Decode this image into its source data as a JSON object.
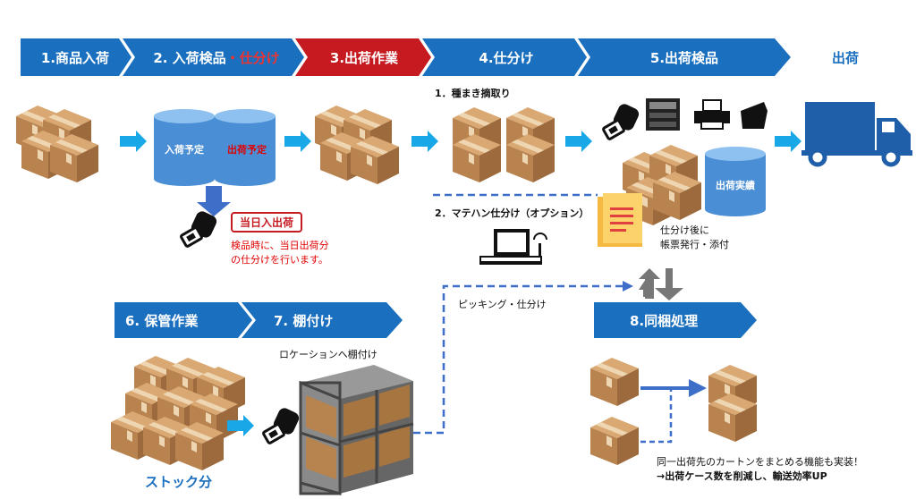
{
  "steps": [
    {
      "label": "1.商品入荷",
      "color": "#1a6fbf"
    },
    {
      "label": "2. 入荷検品",
      "label_red": "・仕分け",
      "color": "#1a6fbf"
    },
    {
      "label": "3.出荷作業",
      "color": "#c41a20"
    },
    {
      "label": "4.仕分け",
      "color": "#1a6fbf"
    },
    {
      "label": "5.出荷検品",
      "color": "#1a6fbf"
    },
    {
      "label": "出荷",
      "color": "#1a6fbf"
    }
  ],
  "db": {
    "arrival": "入荷予定",
    "shipping": "出荷予定",
    "shipped": "出荷実績"
  },
  "same_day": {
    "badge": "当日入出荷",
    "note_line1": "検品時に、当日出荷分",
    "note_line2": "の仕分けを行います。"
  },
  "sorting": {
    "method1": "1．種まき摘取り",
    "method2": "2．マテハン仕分け（オプション）",
    "picking": "ピッキング・仕分け"
  },
  "inspection": {
    "note_line1": "仕分け後に",
    "note_line2": "帳票発行・添付"
  },
  "storage": {
    "step6": "6.  保管作業",
    "step7": "7.  棚付け",
    "location": "ロケーションへ棚付け",
    "stock": "ストック分"
  },
  "bundling": {
    "step8": "8.同梱処理",
    "note_line1": "同一出荷先のカートンをまとめる機能も実装！",
    "note_line2": "→出荷ケース数を削減し、輸送効率UP"
  },
  "colors": {
    "blue": "#1a6fbf",
    "red": "#c41a20",
    "cyan": "#18a8e8",
    "box": "#c6925e"
  }
}
